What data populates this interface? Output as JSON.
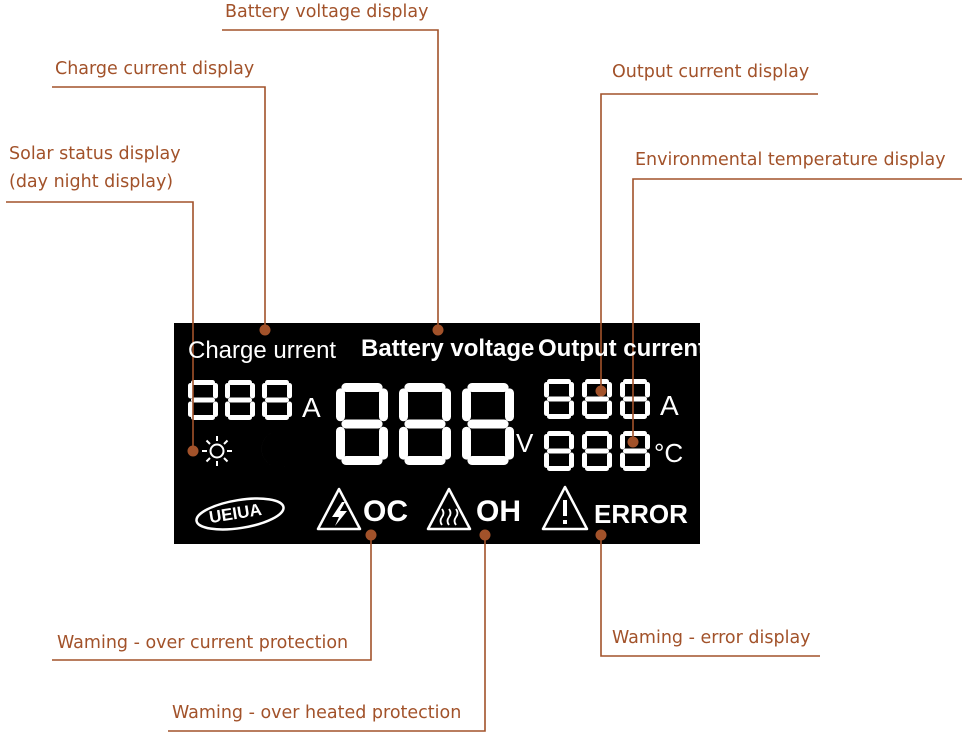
{
  "callouts": {
    "battery_voltage": "Battery voltage display",
    "charge_current": "Charge current display",
    "solar_status_line1": "Solar status display",
    "solar_status_line2": "(day night display)",
    "output_current": "Output current display",
    "environmental_temperature": "Environmental temperature display",
    "warning_over_current": "Waming - over current protection",
    "warning_over_heated": "Waming - over heated protection",
    "warning_error": "Waming - error display"
  },
  "lcd": {
    "charge_current_label": "Charge urrent",
    "battery_voltage_label": "Battery voltage",
    "output_current_label": "Output current",
    "charge_current_digits": "888",
    "charge_current_unit": "A",
    "battery_voltage_digits": "888",
    "battery_voltage_unit": "V",
    "output_current_digits": "888",
    "output_current_unit": "A",
    "temperature_digits": "888",
    "temperature_unit": "°C",
    "brand_logo": "UEIUA",
    "over_current_code": "OC",
    "over_heated_code": "OH",
    "error_code": "ERROR"
  },
  "colors": {
    "leader_line": "#a2522a",
    "callout_text": "#a2522a",
    "dot": "#a2522a",
    "lcd_background": "#000000",
    "lcd_segments": "#ffffff"
  },
  "icons": [
    "sun-icon",
    "moon-icon",
    "lightning-warning-icon",
    "heat-warning-icon",
    "exclamation-warning-icon"
  ]
}
